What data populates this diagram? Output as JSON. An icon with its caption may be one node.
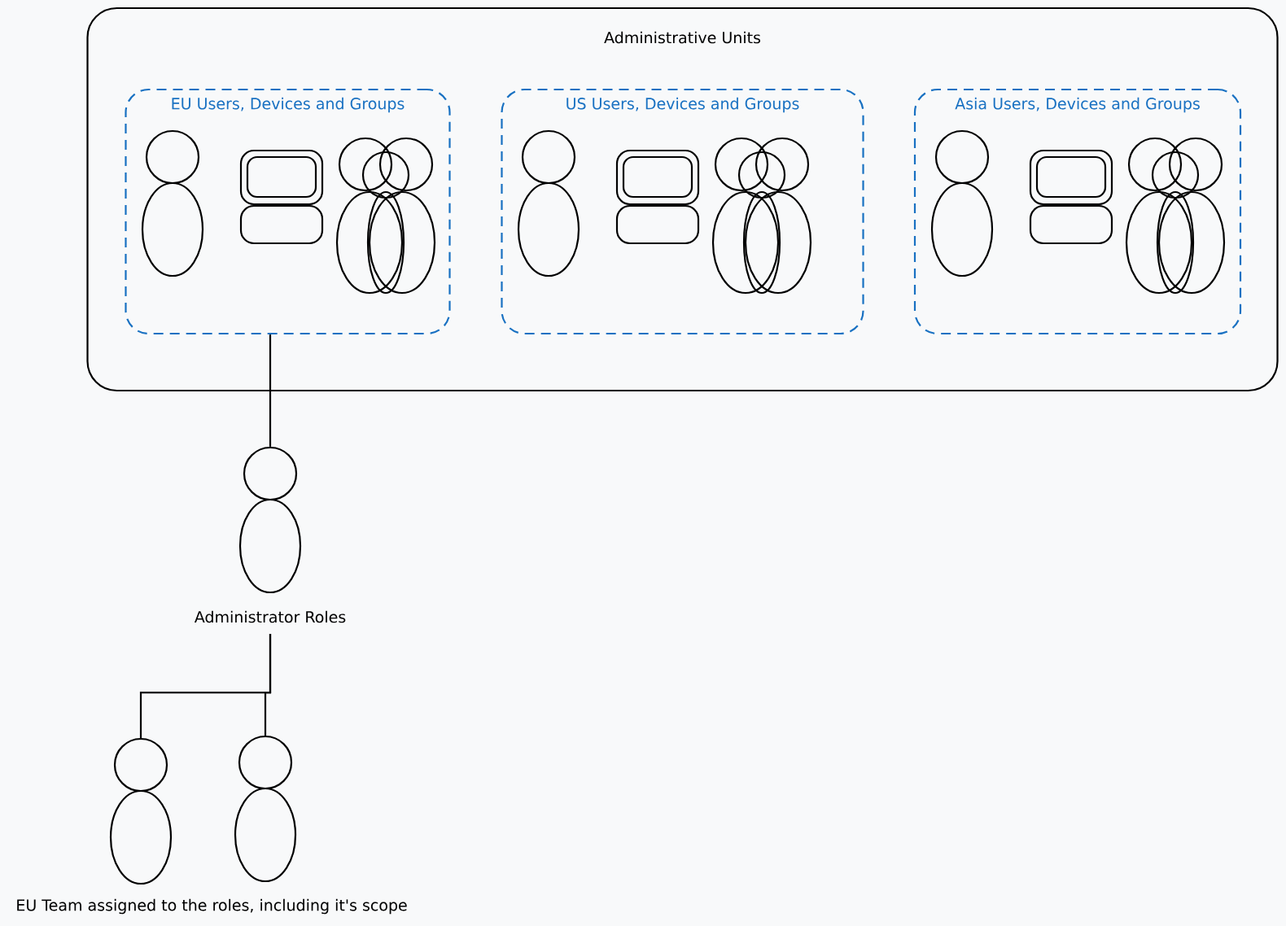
{
  "diagram": {
    "nodes": [
      {
        "text": [
          "Administrative Units"
        ]
      },
      {
        "text": [
          "EU Users, Devices and Groups"
        ],
        "in": 0
      },
      {
        "text": [
          "US Users, Devices and Groups"
        ],
        "in": 0
      },
      {
        "text": [
          "Asia Users, Devices and Groups"
        ],
        "in": 0
      },
      {
        "text": [
          "Administrator Roles"
        ]
      },
      {
        "text": [],
        "shape": "person"
      },
      {
        "text": [],
        "shape": "person"
      }
    ],
    "edges": [
      {
        "from": 1,
        "to": 4,
        "arrow": "none"
      },
      {
        "from": 4,
        "to": 5,
        "arrow": "none"
      },
      {
        "from": 4,
        "to": 6,
        "arrow": "none"
      }
    ],
    "labels": [
      "EU Team assigned to the roles, including it's scope"
    ]
  }
}
